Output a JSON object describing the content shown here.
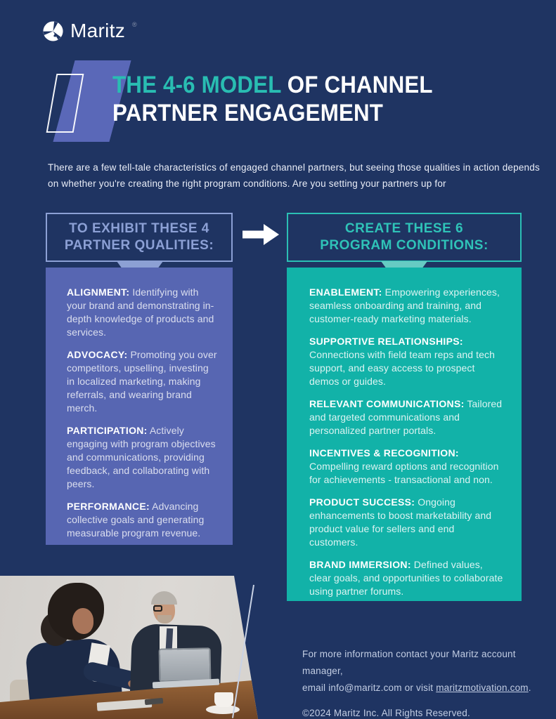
{
  "colors": {
    "background": "#1f3462",
    "teal_accent": "#29bdb2",
    "periwinkle_accent": "#8ca0d5",
    "panel_purple": "#5766b2",
    "panel_teal": "#12b2a8"
  },
  "logo": {
    "brand": "Maritz",
    "trademark": "®"
  },
  "title": {
    "highlight": "THE 4-6 MODEL",
    "line1_rest": " OF CHANNEL",
    "line2": "PARTNER ENGAGEMENT"
  },
  "intro": "There are a few tell-tale characteristics of engaged channel partners, but seeing those qualities in action depends on whether you're creating the right program conditions. Are you setting your partners up for",
  "left_column": {
    "header_line1": "TO EXHIBIT THESE 4",
    "header_line2": "PARTNER QUALITIES:",
    "items": [
      {
        "label": "ALIGNMENT:",
        "text": "Identifying with your brand and demonstrating in-depth knowledge of products and services."
      },
      {
        "label": "ADVOCACY:",
        "text": "Promoting you over competitors, upselling, investing in localized marketing, making referrals, and wearing brand merch."
      },
      {
        "label": "PARTICIPATION:",
        "text": "Actively engaging with program objectives and communications, providing feedback, and collaborating with peers."
      },
      {
        "label": "PERFORMANCE:",
        "text": "Advancing collective goals and generating measurable program revenue."
      }
    ]
  },
  "right_column": {
    "header_line1": "CREATE THESE 6",
    "header_line2": "PROGRAM CONDITIONS:",
    "items": [
      {
        "label": "ENABLEMENT:",
        "text": "Empowering experiences, seamless onboarding and training, and customer-ready marketing materials."
      },
      {
        "label": "SUPPORTIVE RELATIONSHIPS:",
        "text": "Connections with field team reps and tech support, and easy access to prospect demos or guides."
      },
      {
        "label": "RELEVANT COMMUNICATIONS:",
        "text": "Tailored and targeted communications and personalized partner portals."
      },
      {
        "label": "INCENTIVES & RECOGNITION:",
        "text": "Compelling reward options and recognition for achievements - transactional and non."
      },
      {
        "label": "PRODUCT SUCCESS:",
        "text": "Ongoing enhancements to boost marketability and product value for sellers and end customers."
      },
      {
        "label": "BRAND IMMERSION:",
        "text": "Defined values, clear goals, and opportunities to collaborate using partner forums."
      }
    ]
  },
  "footer": {
    "line1": "For more information contact your Maritz account manager,",
    "line2_prefix": "email info@maritz.com or visit ",
    "link": "maritzmotivation.com",
    "line2_suffix": ".",
    "copyright": "©2024 Maritz Inc. All Rights Reserved."
  },
  "photo": {
    "description": "Two colleagues smiling during a meeting at a wooden table with a laptop and coffee cup"
  }
}
